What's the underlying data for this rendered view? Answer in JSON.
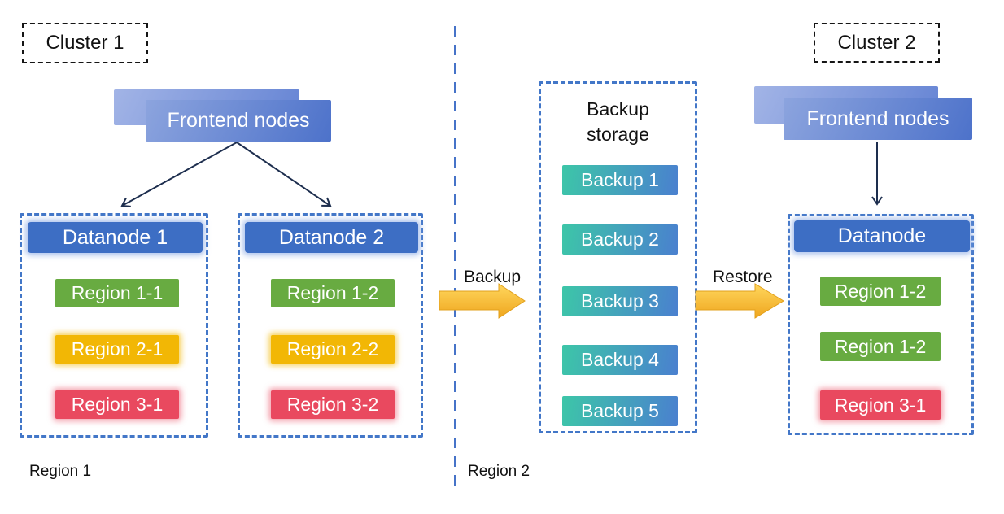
{
  "palette": {
    "dashed_border_blue": "#4377c8",
    "datanode_header_blue": "#3d6ec4",
    "frontend_gradient": [
      "#8ca4de",
      "#4d72ca"
    ],
    "region_green": "#68ab41",
    "region_yellow": "#f2b705",
    "region_red": "#e9495f",
    "backup_gradient": [
      "#3dc6a8",
      "#4a80cf"
    ],
    "arrow_yellow_gradient": [
      "#ffd75e",
      "#efa61e"
    ],
    "thin_arrow_color": "#1d2e4e"
  },
  "cluster1": {
    "label": "Cluster 1",
    "frontend_label": "Frontend nodes",
    "datanodes": [
      {
        "title": "Datanode 1",
        "regions": [
          {
            "label": "Region 1-1",
            "color": "green"
          },
          {
            "label": "Region 2-1",
            "color": "yellow"
          },
          {
            "label": "Region 3-1",
            "color": "red"
          }
        ]
      },
      {
        "title": "Datanode 2",
        "regions": [
          {
            "label": "Region 1-2",
            "color": "green"
          },
          {
            "label": "Region 2-2",
            "color": "yellow"
          },
          {
            "label": "Region 3-2",
            "color": "red"
          }
        ]
      }
    ]
  },
  "backup_storage": {
    "title": "Backup storage",
    "items": [
      "Backup 1",
      "Backup 2",
      "Backup 3",
      "Backup 4",
      "Backup 5"
    ]
  },
  "cluster2": {
    "label": "Cluster 2",
    "frontend_label": "Frontend nodes",
    "datanode": {
      "title": "Datanode",
      "regions": [
        {
          "label": "Region 1-2",
          "color": "green"
        },
        {
          "label": "Region 1-2",
          "color": "green"
        },
        {
          "label": "Region 3-1",
          "color": "red"
        }
      ]
    }
  },
  "flows": {
    "backup_label": "Backup",
    "restore_label": "Restore"
  },
  "footers": {
    "region1": "Region 1",
    "region2": "Region 2"
  }
}
